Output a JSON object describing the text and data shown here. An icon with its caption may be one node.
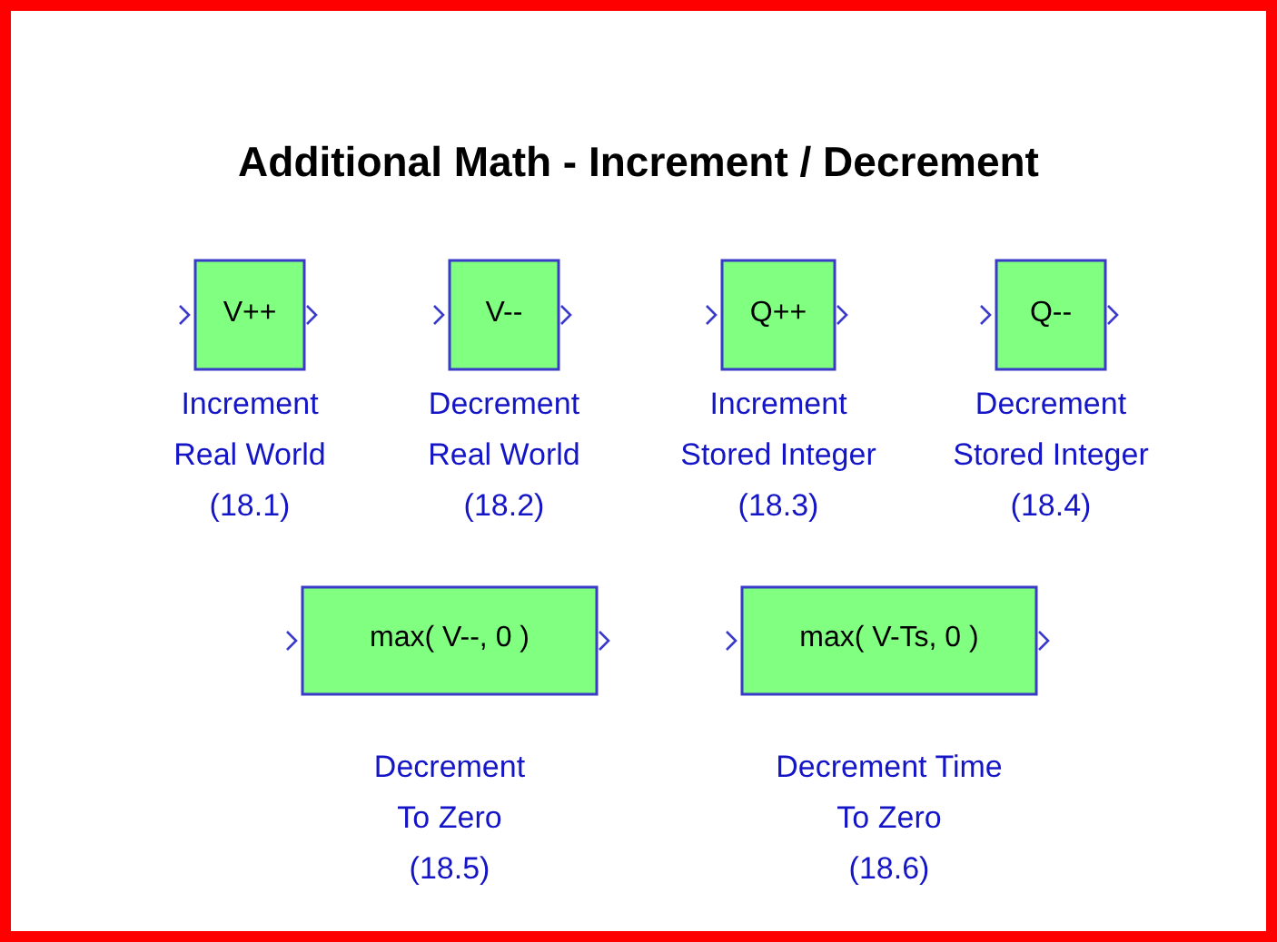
{
  "diagram": {
    "title": "Additional Math - Increment / Decrement",
    "nodes": [
      {
        "text": [
          "V++"
        ],
        "beside": [
          "Increment Real World",
          "(18.1)"
        ]
      },
      {
        "text": [
          "V--"
        ],
        "beside": [
          "Decrement Real World",
          "(18.2)"
        ]
      },
      {
        "text": [
          "Q++"
        ],
        "beside": [
          "Increment Stored Integer",
          "(18.3)"
        ]
      },
      {
        "text": [
          "Q--"
        ],
        "beside": [
          "Decrement Stored Integer",
          "(18.4)"
        ]
      },
      {
        "text": [
          "max( V--, 0 )"
        ],
        "beside": [
          "Decrement To Zero",
          "(18.5)"
        ]
      },
      {
        "text": [
          "max( V-Ts, 0 )"
        ],
        "beside": [
          "Decrement Time To Zero",
          "(18.6)"
        ]
      }
    ]
  }
}
